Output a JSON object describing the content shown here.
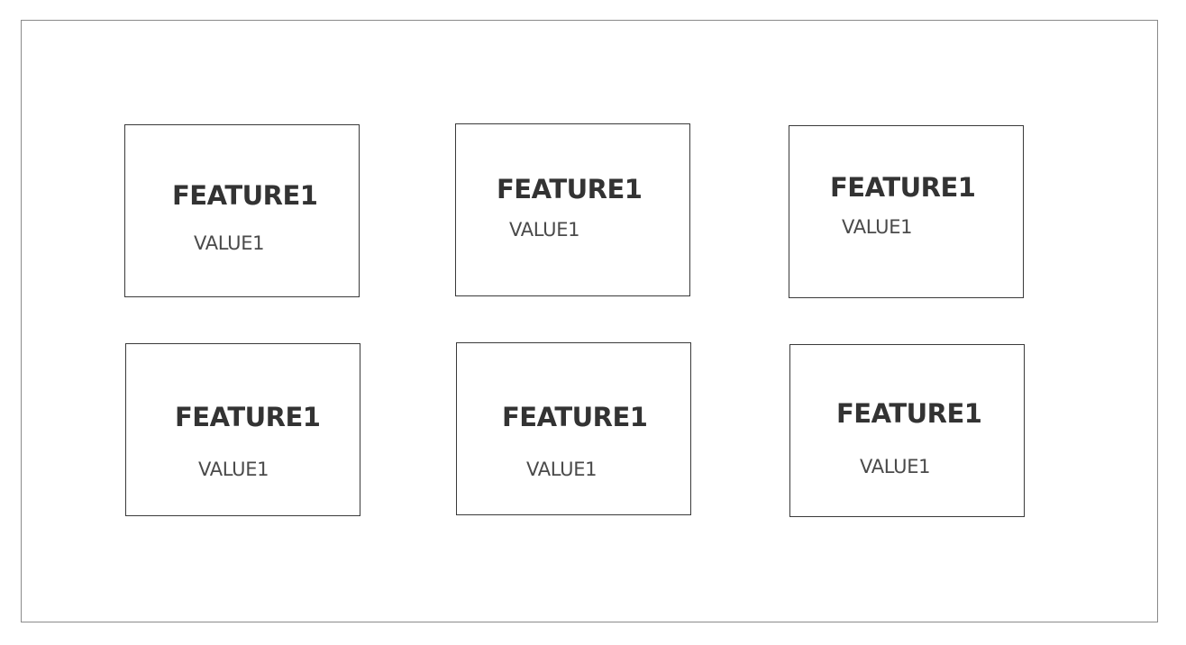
{
  "cards": [
    {
      "feature": "FEATURE1",
      "value": "VALUE1"
    },
    {
      "feature": "FEATURE1",
      "value": "VALUE1"
    },
    {
      "feature": "FEATURE1",
      "value": "VALUE1"
    },
    {
      "feature": "FEATURE1",
      "value": "VALUE1"
    },
    {
      "feature": "FEATURE1",
      "value": "VALUE1"
    },
    {
      "feature": "FEATURE1",
      "value": "VALUE1"
    }
  ],
  "colors": {
    "frame_border": "#8a8a8a",
    "card_border": "#3a3a3a",
    "feature_text": "#333333",
    "value_text": "#4a4a4a"
  }
}
